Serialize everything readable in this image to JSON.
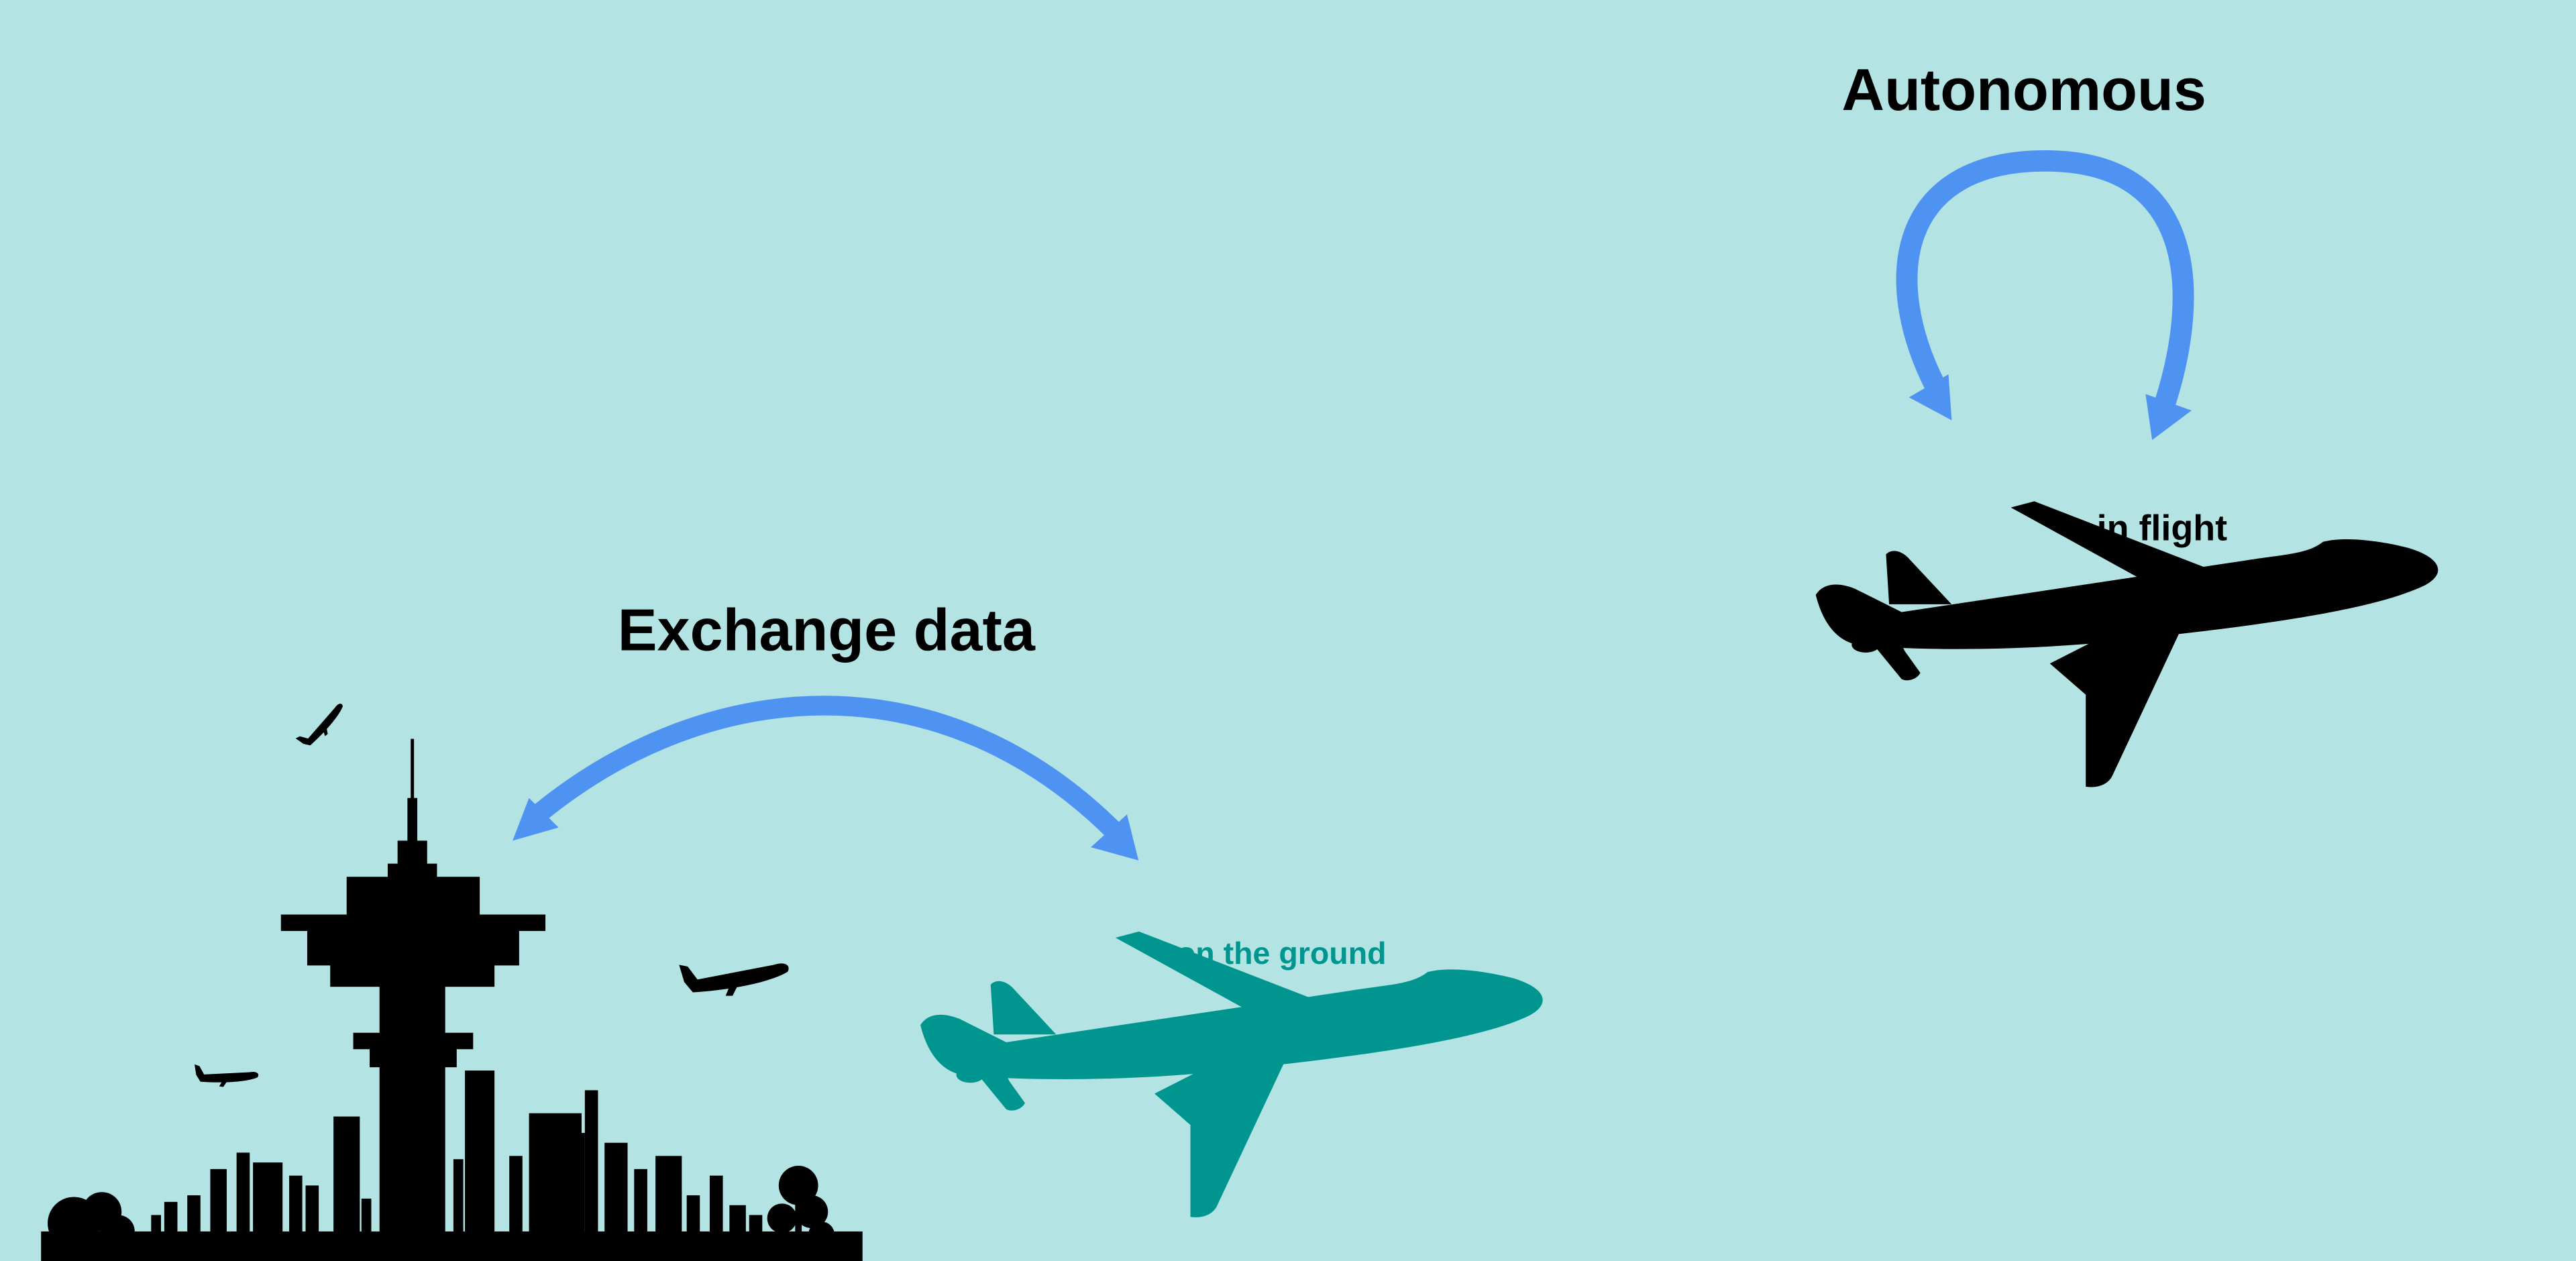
{
  "labels": {
    "autonomous": "Autonomous",
    "in_flight": "in flight",
    "exchange_data": "Exchange data",
    "on_the_ground": "on the ground"
  },
  "colors": {
    "background": "#b3e3e3",
    "arrow": "#4f93f2",
    "silhouette": "#000000",
    "ground_plane": "#00968f",
    "ground_label": "#00968f"
  },
  "icons": {
    "flying_plane": "airplane-icon",
    "ground_plane": "airplane-icon",
    "control_tower": "control-tower-icon",
    "city_skyline": "city-skyline-icon"
  }
}
